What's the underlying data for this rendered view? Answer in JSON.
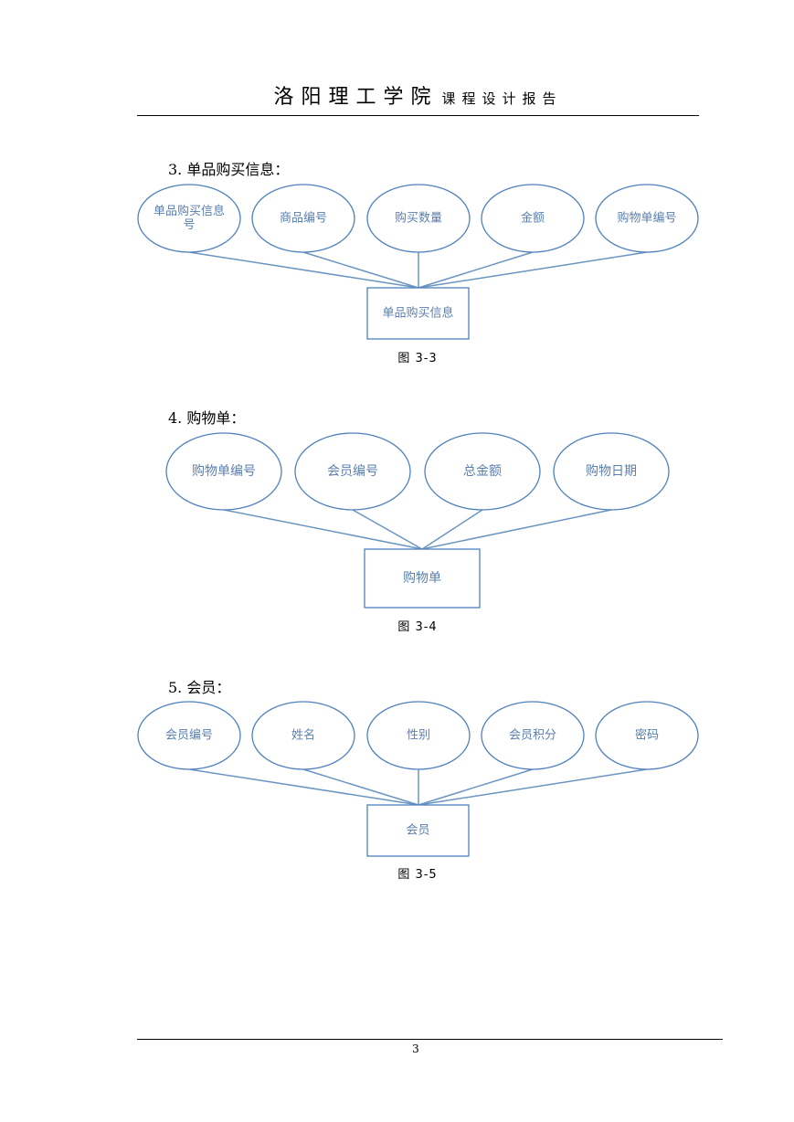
{
  "header": {
    "school": "洛阳理工学院",
    "subtitle": "课程设计报告"
  },
  "sections": [
    {
      "title": "3.  单品购买信息：",
      "attributes": [
        [
          "单品购买信息",
          "号"
        ],
        [
          "商品编号"
        ],
        [
          "购买数量"
        ],
        [
          "金额"
        ],
        [
          "购物单编号"
        ]
      ],
      "entity": "单品购买信息",
      "caption": "图  3-3"
    },
    {
      "title": "4.  购物单：",
      "attributes": [
        [
          "购物单编号"
        ],
        [
          "会员编号"
        ],
        [
          "总金额"
        ],
        [
          "购物日期"
        ]
      ],
      "entity": "购物单",
      "caption": "图  3-4"
    },
    {
      "title": "5.  会员：",
      "attributes": [
        [
          "会员编号"
        ],
        [
          "姓名"
        ],
        [
          "性别"
        ],
        [
          "会员积分"
        ],
        [
          "密码"
        ]
      ],
      "entity": "会员",
      "caption": "图  3-5"
    }
  ],
  "colors": {
    "stroke": "#4f81bd",
    "line": "#6a95c2",
    "text": "#5a7fae"
  },
  "page_number": "3"
}
